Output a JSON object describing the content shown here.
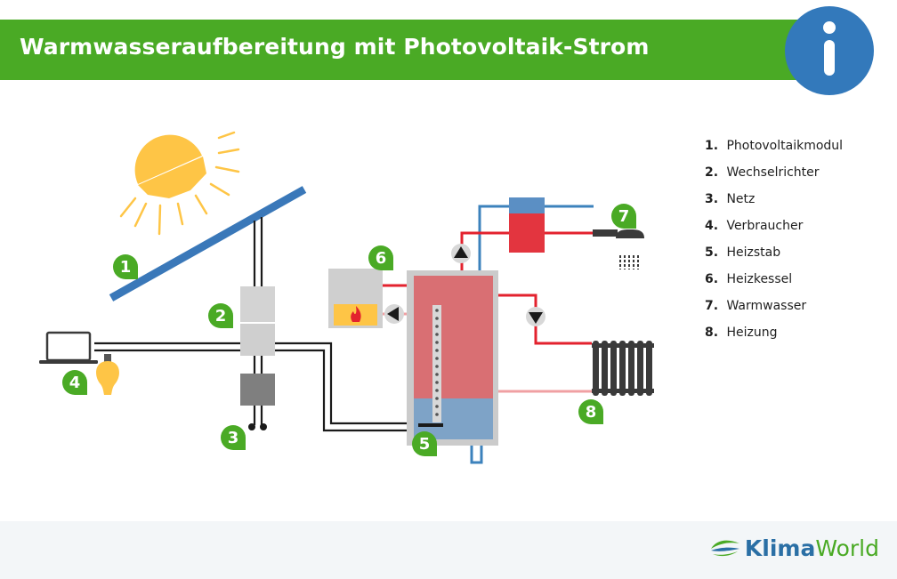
{
  "header": {
    "title": "Warmwasseraufbereitung mit Photovoltaik-Strom"
  },
  "icons": {
    "info": "info-icon",
    "sun": "sun-icon",
    "laptop": "laptop-icon",
    "bulb": "light-bulb-icon",
    "flame": "flame-icon",
    "shower": "shower-icon",
    "radiator": "radiator-icon",
    "pump": "pump-arrow-icon"
  },
  "colors": {
    "green": "#4aaa25",
    "blue": "#3379bb",
    "hot": "#e3222e",
    "cold": "#3c82bc",
    "tank_hot": "#d96f73",
    "tank_cold": "#7ea3c7"
  },
  "badges": [
    "1",
    "2",
    "3",
    "4",
    "5",
    "6",
    "7",
    "8"
  ],
  "legend": [
    {
      "num": "1.",
      "label": "Photovoltaikmodul"
    },
    {
      "num": "2.",
      "label": "Wechselrichter"
    },
    {
      "num": "3.",
      "label": "Netz"
    },
    {
      "num": "4.",
      "label": "Verbraucher"
    },
    {
      "num": "5.",
      "label": "Heizstab"
    },
    {
      "num": "6.",
      "label": "Heizkessel"
    },
    {
      "num": "7.",
      "label": "Warmwasser"
    },
    {
      "num": "8.",
      "label": "Heizung"
    }
  ],
  "brand": {
    "part1": "Klima",
    "part2": "World"
  }
}
